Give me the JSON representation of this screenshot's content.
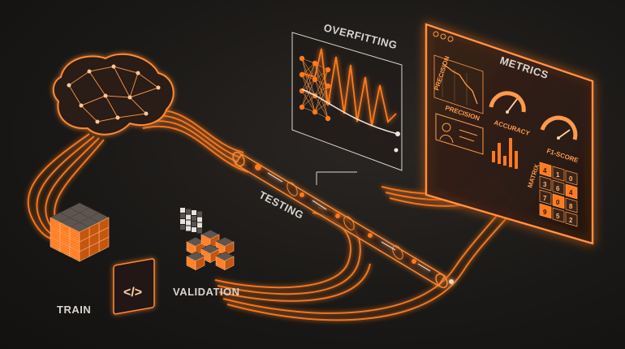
{
  "labels": {
    "overfitting": "OVERFITTING",
    "metrics": "METRICS",
    "testing": "TESTING",
    "train": "TRAIN",
    "validation": "VALIDATION"
  },
  "metrics_panel": {
    "precision_axis": "PRECISION",
    "precision_caption": "PRECISION",
    "accuracy": "ACCURACY",
    "f1_score": "F1-SCORE",
    "matrix": "MATRIX",
    "matrix_values": [
      "4",
      "1",
      "0",
      "3",
      "6",
      "4",
      "7",
      "0",
      "8",
      "9",
      "5",
      "2"
    ]
  },
  "icons": [
    "brain-network-icon",
    "code-window-icon",
    "pixel-grid-icon",
    "neural-net-icon",
    "gauge-icon",
    "user-card-icon"
  ],
  "colors": {
    "accent": "#ff7a1f",
    "glow": "#ff9a4a",
    "background": "#1b1917",
    "label": "#d9d4cf"
  }
}
